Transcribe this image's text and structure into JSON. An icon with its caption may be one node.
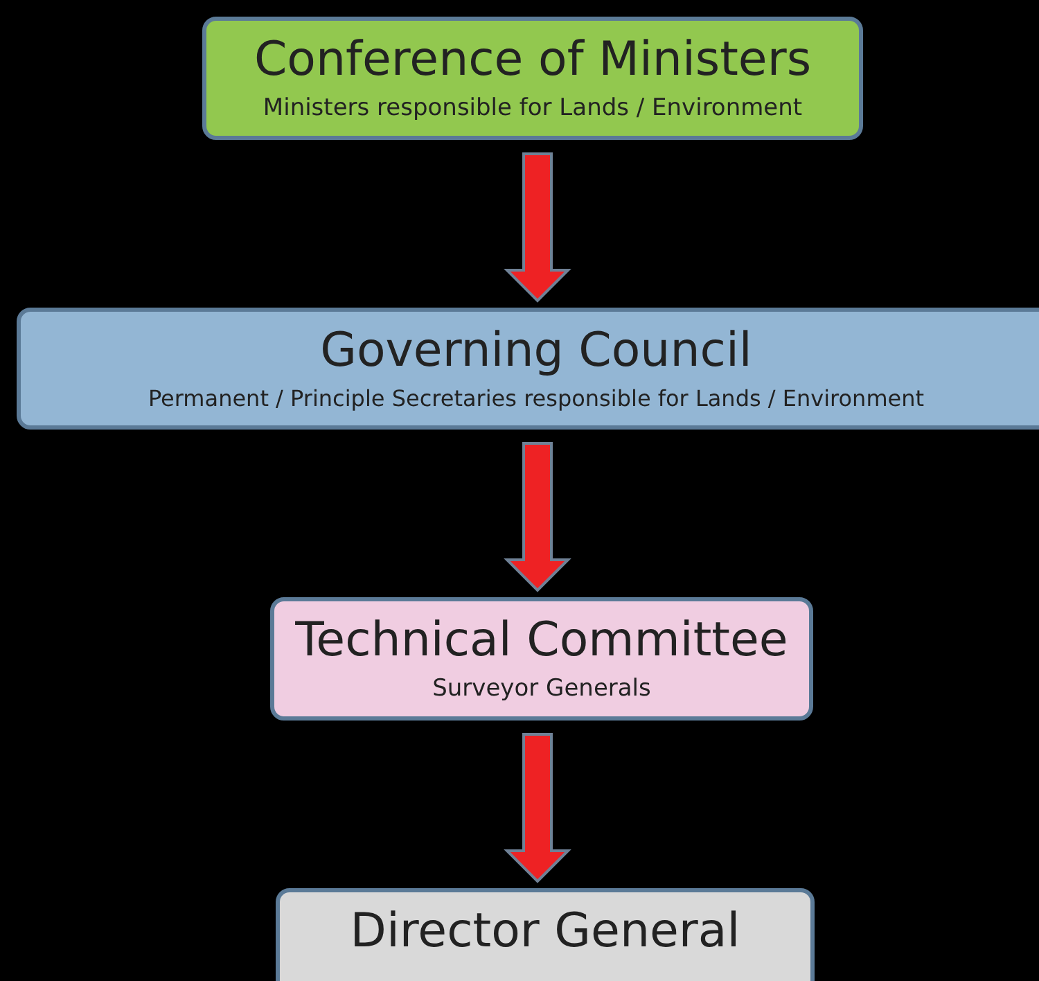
{
  "diagram": {
    "nodes": [
      {
        "text": [
          "Conference of Ministers",
          "Ministers responsible for Lands / Environment"
        ]
      },
      {
        "text": [
          "Governing Council",
          "Permanent / Principle Secretaries responsible for Lands / Environment"
        ]
      },
      {
        "text": [
          "Technical Committee",
          "Surveyor Generals"
        ]
      },
      {
        "text": [
          "Director General"
        ]
      }
    ],
    "edges": [
      {
        "from": 0,
        "to": 1,
        "arrow": "to"
      },
      {
        "from": 1,
        "to": 2,
        "arrow": "to"
      },
      {
        "from": 2,
        "to": 3,
        "arrow": "to"
      }
    ]
  }
}
